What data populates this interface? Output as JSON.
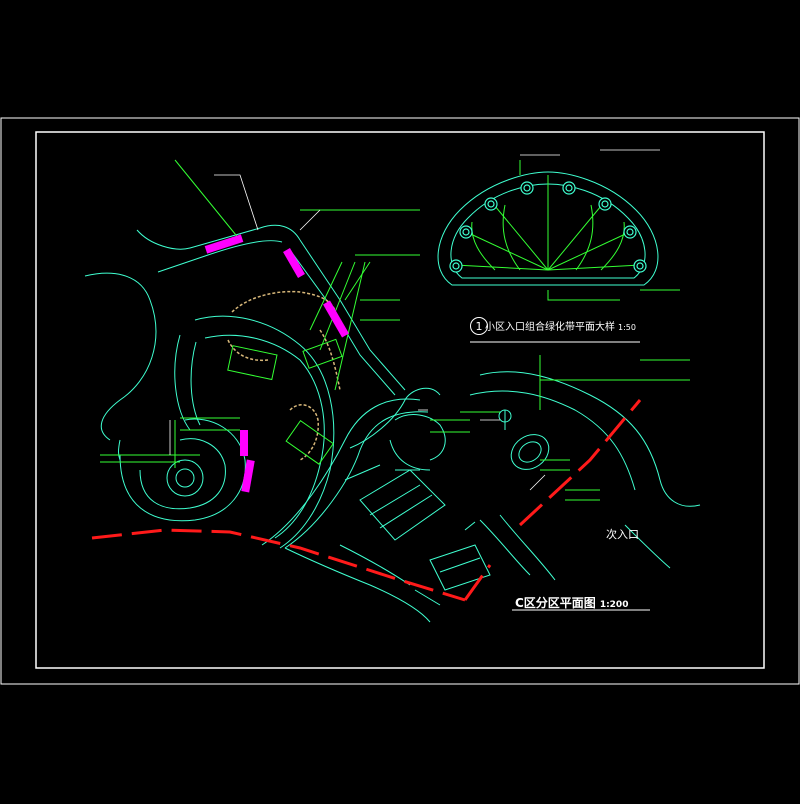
{
  "drawing": {
    "main_title": "C区分区平面图",
    "main_scale": "1:200",
    "detail_number": "1",
    "detail_title": "小区入口组合绿化带平面大样",
    "detail_scale": "1:50",
    "entrance_label": "次入口"
  },
  "colors": {
    "background": "#000000",
    "frame": "#ffffff",
    "linework": "#3fffd0",
    "green": "#33ff33",
    "magenta": "#ff00ff",
    "red": "#ff1a1a",
    "tan": "#d8b87a",
    "white": "#ffffff"
  }
}
